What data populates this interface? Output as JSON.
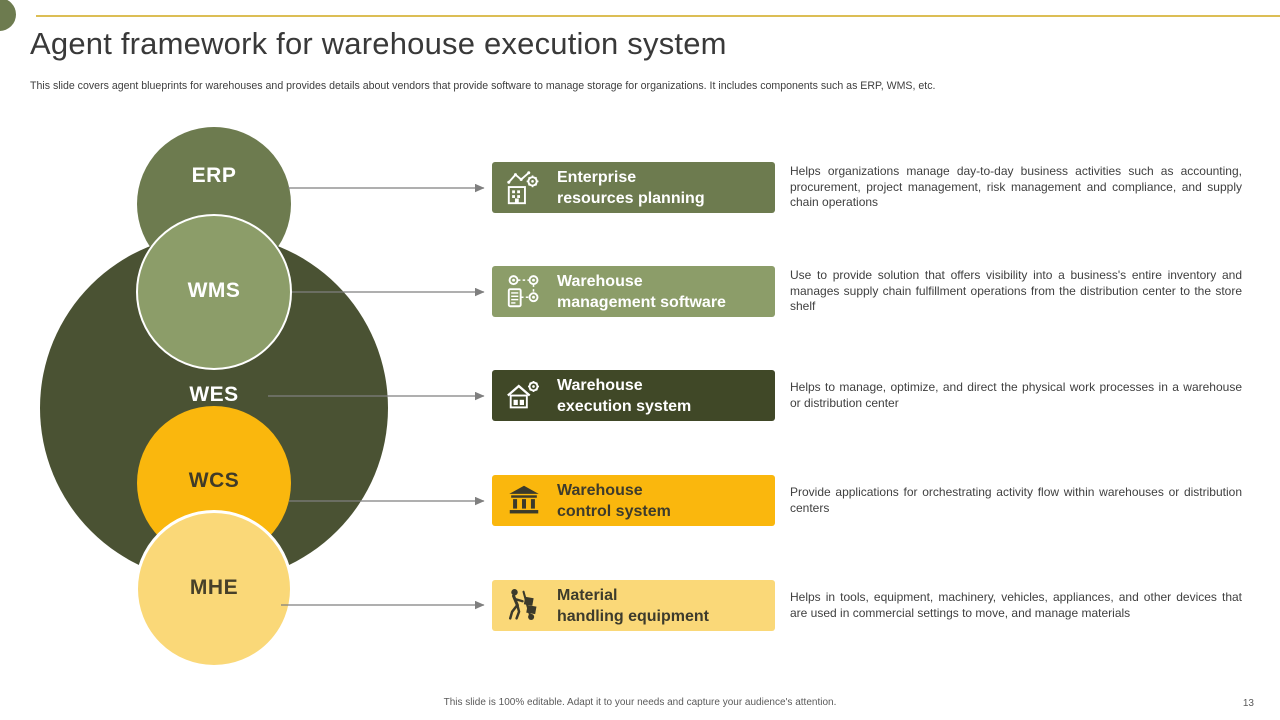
{
  "slide": {
    "title": "Agent framework for warehouse execution system",
    "subtitle": "This slide covers agent blueprints for warehouses and provides details about vendors that provide software to manage storage for organizations. It includes components such as ERP,  WMS, etc.",
    "footer": "This slide is 100% editable. Adapt it to your needs and capture your audience's attention.",
    "page_number": "13"
  },
  "colors": {
    "erp_green": "#6D7B4F",
    "wms_green": "#8C9D69",
    "wes_circle_dark_olive": "#4A5233",
    "wes_box_dark_olive": "#404827",
    "wcs_amber": "#FAB70D",
    "mhe_gold": "#FAD878",
    "header_accent_line": "#DCBE55",
    "connector_gray": "#7F7F7F",
    "body_text": "#404040"
  },
  "rows": [
    {
      "abbr": "ERP",
      "icon": "chart-building-gear-icon",
      "title_line1": "Enterprise",
      "title_line2": "resources planning",
      "description": "Helps organizations manage day-to-day business activities such as accounting, procurement, project management, risk management and compliance, and supply chain operations"
    },
    {
      "abbr": "WMS",
      "icon": "network-clipboard-icon",
      "title_line1": "Warehouse",
      "title_line2": "management software",
      "description": "Use to provide solution that offers visibility into a business's entire inventory and manages supply chain fulfillment operations from the distribution center to the store shelf"
    },
    {
      "abbr": "WES",
      "icon": "warehouse-gear-icon",
      "title_line1": "Warehouse",
      "title_line2": "execution system",
      "description": "Helps to manage, optimize, and direct the physical work processes in a warehouse or distribution center"
    },
    {
      "abbr": "WCS",
      "icon": "bank-building-icon",
      "title_line1": "Warehouse",
      "title_line2": "control system",
      "description": "Provide applications for orchestrating activity flow within warehouses or distribution centers"
    },
    {
      "abbr": "MHE",
      "icon": "hand-truck-icon",
      "title_line1": "Material",
      "title_line2": "handling equipment",
      "description": "Helps in tools, equipment, machinery, vehicles, appliances, and other devices that are used in commercial settings to move, and manage materials"
    }
  ]
}
